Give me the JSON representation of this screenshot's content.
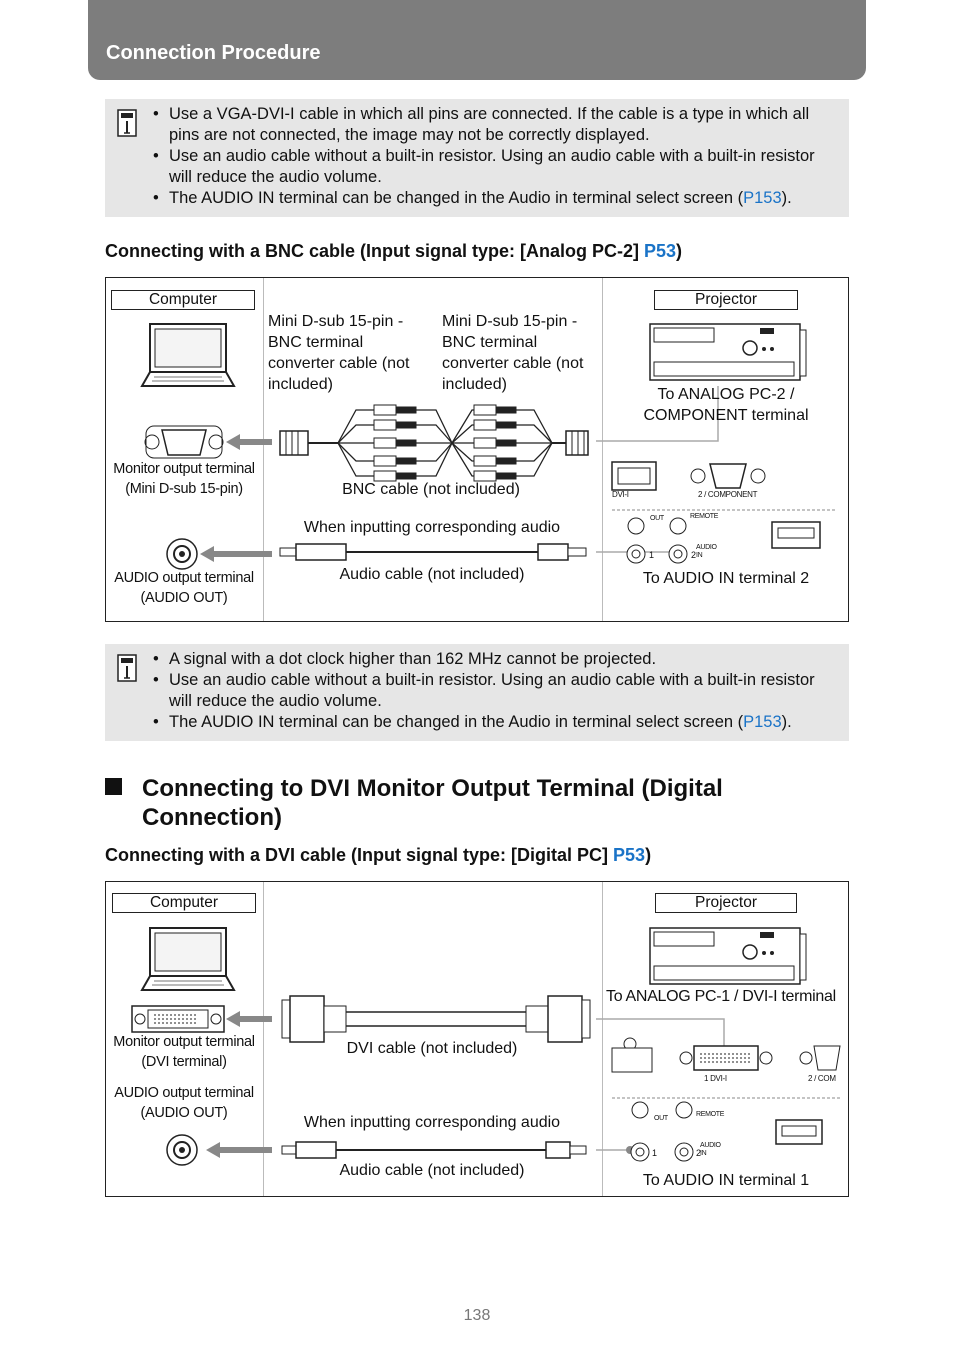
{
  "header": {
    "title": "Connection Procedure"
  },
  "note1": {
    "items": [
      {
        "text": "Use a VGA-DVI-I cable in which all pins are connected. If the cable is a type in which all pins are not connected, the image may not be correctly displayed."
      },
      {
        "text": "Use an audio cable without a built-in resistor. Using an audio cable with a built-in resistor will reduce the audio volume."
      },
      {
        "text": "The AUDIO IN terminal can be changed in the Audio in terminal select screen (",
        "link": "P153",
        "after": ")."
      }
    ]
  },
  "bnc_section": {
    "heading": "Connecting with a BNC cable (Input signal type: [Analog PC-2] ",
    "heading_link": "P53",
    "heading_end": ")",
    "diagram": {
      "computer_label": "Computer",
      "projector_label": "Projector",
      "cable1_text": "Mini D-sub 15-pin - BNC terminal converter cable (not included)",
      "cable2_text": "Mini D-sub 15-pin - BNC terminal converter cable (not included)",
      "to_terminal": "To ANALOG PC-2 / COMPONENT terminal",
      "monitor_terminal": "Monitor output terminal (Mini D-sub 15-pin)",
      "bnc_cable": "BNC cable (not included)",
      "audio_note": "When inputting corresponding audio",
      "audio_out": "AUDIO output terminal (AUDIO OUT)",
      "audio_cable": "Audio cable (not included)",
      "to_audio": "To AUDIO IN terminal 2",
      "panel_dvi": "DVI-I",
      "panel_component": "2 / COMPONENT",
      "panel_out": "OUT",
      "panel_remote": "REMOTE",
      "panel_audio_in": "AUDIO IN",
      "panel_1": "1",
      "panel_2": "2"
    }
  },
  "note2": {
    "items": [
      {
        "text": "A signal with a dot clock higher than 162 MHz cannot be projected."
      },
      {
        "text": "Use an audio cable without a built-in resistor. Using an audio cable with a built-in resistor will reduce the audio volume."
      },
      {
        "text": "The AUDIO IN terminal can be changed in the Audio in terminal select screen (",
        "link": "P153",
        "after": ")."
      }
    ]
  },
  "dvi_section": {
    "title": "Connecting to DVI Monitor Output Terminal (Digital Connection)",
    "heading": "Connecting with a DVI cable (Input signal type: [Digital PC] ",
    "heading_link": "P53",
    "heading_end": ")",
    "diagram": {
      "computer_label": "Computer",
      "projector_label": "Projector",
      "to_terminal": "To ANALOG PC-1 / DVI-I terminal",
      "monitor_terminal": "Monitor output terminal (DVI terminal)",
      "dvi_cable": "DVI cable (not included)",
      "audio_out": "AUDIO output terminal (AUDIO OUT)",
      "audio_note": "When inputting corresponding audio",
      "audio_cable": "Audio cable (not included)",
      "to_audio": "To AUDIO IN terminal 1",
      "panel_dvi": "1 DVI-I",
      "panel_com": "2 / COM",
      "panel_out": "OUT",
      "panel_remote": "REMOTE",
      "panel_audio_in": "AUDIO IN",
      "panel_1": "1",
      "panel_2": "2"
    }
  },
  "page_number": "138"
}
